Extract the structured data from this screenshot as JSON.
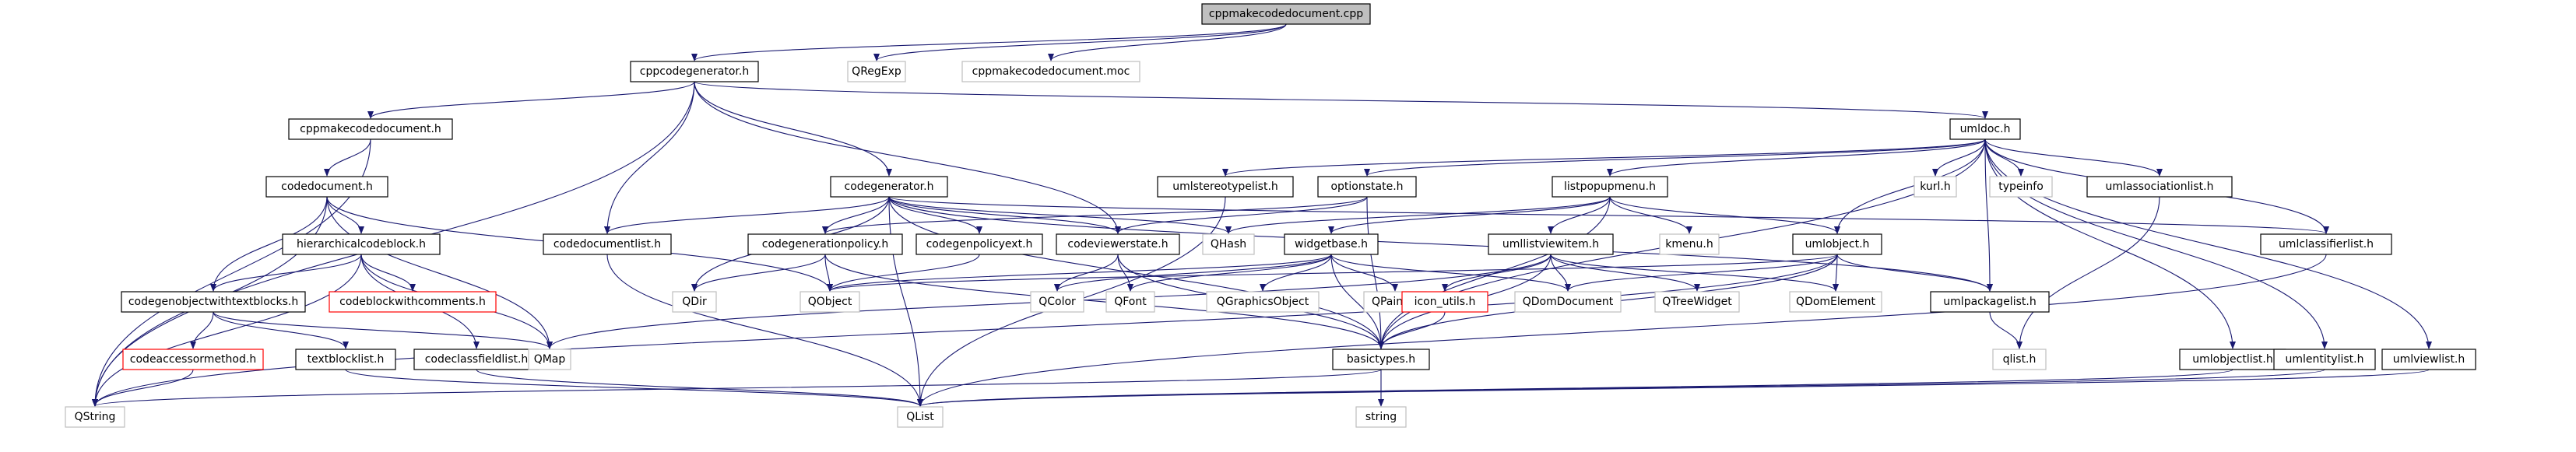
{
  "colors": {
    "edge": "#191970",
    "node_border": "#000000",
    "node_border_missing": "#bfbfbf",
    "node_border_undocumented": "#ff0000",
    "root_fill": "#bfbfbf",
    "node_fill": "#ffffff",
    "text": "#000000"
  },
  "graph": {
    "nodes": [
      {
        "id": "cppmakecodedocument_cpp",
        "label": "cppmakecodedocument.cpp",
        "kind": "root"
      },
      {
        "id": "cppcodegenerator_h",
        "label": "cppcodegenerator.h",
        "kind": "normal"
      },
      {
        "id": "qregexp",
        "label": "QRegExp",
        "kind": "missing"
      },
      {
        "id": "cppmakecodedocument_moc",
        "label": "cppmakecodedocument.moc",
        "kind": "missing"
      },
      {
        "id": "cppmakecodedocument_h",
        "label": "cppmakecodedocument.h",
        "kind": "normal"
      },
      {
        "id": "umldoc_h",
        "label": "umldoc.h",
        "kind": "normal"
      },
      {
        "id": "codedocument_h",
        "label": "codedocument.h",
        "kind": "normal"
      },
      {
        "id": "codegenerator_h",
        "label": "codegenerator.h",
        "kind": "normal"
      },
      {
        "id": "umlstereotypelist_h",
        "label": "umlstereotypelist.h",
        "kind": "normal"
      },
      {
        "id": "optionstate_h",
        "label": "optionstate.h",
        "kind": "normal"
      },
      {
        "id": "listpopupmenu_h",
        "label": "listpopupmenu.h",
        "kind": "normal"
      },
      {
        "id": "kurl_h",
        "label": "kurl.h",
        "kind": "missing"
      },
      {
        "id": "typeinfo",
        "label": "typeinfo",
        "kind": "missing"
      },
      {
        "id": "umlassociationlist_h",
        "label": "umlassociationlist.h",
        "kind": "normal"
      },
      {
        "id": "hierarchicalcodeblock_h",
        "label": "hierarchicalcodeblock.h",
        "kind": "normal"
      },
      {
        "id": "codedocumentlist_h",
        "label": "codedocumentlist.h",
        "kind": "normal"
      },
      {
        "id": "codegenerationpolicy_h",
        "label": "codegenerationpolicy.h",
        "kind": "normal"
      },
      {
        "id": "codegenpolicyext_h",
        "label": "codegenpolicyext.h",
        "kind": "normal"
      },
      {
        "id": "codeviewerstate_h",
        "label": "codeviewerstate.h",
        "kind": "normal"
      },
      {
        "id": "qhash",
        "label": "QHash",
        "kind": "missing"
      },
      {
        "id": "widgetbase_h",
        "label": "widgetbase.h",
        "kind": "normal"
      },
      {
        "id": "umllistviewitem_h",
        "label": "umllistviewitem.h",
        "kind": "normal"
      },
      {
        "id": "kmenu_h",
        "label": "kmenu.h",
        "kind": "missing"
      },
      {
        "id": "umlobject_h",
        "label": "umlobject.h",
        "kind": "normal"
      },
      {
        "id": "umlclassifierlist_h",
        "label": "umlclassifierlist.h",
        "kind": "normal"
      },
      {
        "id": "codegenobjectwithtextblocks_h",
        "label": "codegenobjectwithtextblocks.h",
        "kind": "normal"
      },
      {
        "id": "codeblockwithcomments_h",
        "label": "codeblockwithcomments.h",
        "kind": "undocumented"
      },
      {
        "id": "qdir",
        "label": "QDir",
        "kind": "missing"
      },
      {
        "id": "qobject",
        "label": "QObject",
        "kind": "missing"
      },
      {
        "id": "qcolor",
        "label": "QColor",
        "kind": "missing"
      },
      {
        "id": "qfont",
        "label": "QFont",
        "kind": "missing"
      },
      {
        "id": "qgraphicsobject",
        "label": "QGraphicsObject",
        "kind": "missing"
      },
      {
        "id": "qpainter",
        "label": "QPainter",
        "kind": "missing"
      },
      {
        "id": "icon_utils_h",
        "label": "icon_utils.h",
        "kind": "undocumented"
      },
      {
        "id": "qdomdocument",
        "label": "QDomDocument",
        "kind": "missing"
      },
      {
        "id": "qtreewidget",
        "label": "QTreeWidget",
        "kind": "missing"
      },
      {
        "id": "qdomelement",
        "label": "QDomElement",
        "kind": "missing"
      },
      {
        "id": "umlpackagelist_h",
        "label": "umlpackagelist.h",
        "kind": "normal"
      },
      {
        "id": "codeaccessormethod_h",
        "label": "codeaccessormethod.h",
        "kind": "undocumented"
      },
      {
        "id": "textblocklist_h",
        "label": "textblocklist.h",
        "kind": "normal"
      },
      {
        "id": "codeclassfieldlist_h",
        "label": "codeclassfieldlist.h",
        "kind": "normal"
      },
      {
        "id": "qmap",
        "label": "QMap",
        "kind": "missing"
      },
      {
        "id": "basictypes_h",
        "label": "basictypes.h",
        "kind": "normal"
      },
      {
        "id": "qlist_h",
        "label": "qlist.h",
        "kind": "missing"
      },
      {
        "id": "umlobjectlist_h",
        "label": "umlobjectlist.h",
        "kind": "normal"
      },
      {
        "id": "umlentitylist_h",
        "label": "umlentitylist.h",
        "kind": "normal"
      },
      {
        "id": "umlviewlist_h",
        "label": "umlviewlist.h",
        "kind": "normal"
      },
      {
        "id": "qstring",
        "label": "QString",
        "kind": "missing"
      },
      {
        "id": "qlist",
        "label": "QList",
        "kind": "missing"
      },
      {
        "id": "string",
        "label": "string",
        "kind": "missing"
      }
    ],
    "edges": [
      [
        "cppmakecodedocument_cpp",
        "cppcodegenerator_h"
      ],
      [
        "cppmakecodedocument_cpp",
        "qregexp"
      ],
      [
        "cppmakecodedocument_cpp",
        "cppmakecodedocument_moc"
      ],
      [
        "cppcodegenerator_h",
        "cppmakecodedocument_h"
      ],
      [
        "cppcodegenerator_h",
        "umldoc_h"
      ],
      [
        "cppcodegenerator_h",
        "codegenerator_h"
      ],
      [
        "cppcodegenerator_h",
        "codedocumentlist_h"
      ],
      [
        "cppcodegenerator_h",
        "codeviewerstate_h"
      ],
      [
        "cppcodegenerator_h",
        "qstring"
      ],
      [
        "cppmakecodedocument_h",
        "codedocument_h"
      ],
      [
        "cppmakecodedocument_h",
        "qstring"
      ],
      [
        "codedocument_h",
        "hierarchicalcodeblock_h"
      ],
      [
        "codedocument_h",
        "codegenobjectwithtextblocks_h"
      ],
      [
        "codedocument_h",
        "qobject"
      ],
      [
        "codedocument_h",
        "qmap"
      ],
      [
        "codedocument_h",
        "qstring"
      ],
      [
        "hierarchicalcodeblock_h",
        "codegenobjectwithtextblocks_h"
      ],
      [
        "hierarchicalcodeblock_h",
        "codeblockwithcomments_h"
      ],
      [
        "hierarchicalcodeblock_h",
        "codeclassfieldlist_h"
      ],
      [
        "hierarchicalcodeblock_h",
        "qmap"
      ],
      [
        "hierarchicalcodeblock_h",
        "qstring"
      ],
      [
        "codegenobjectwithtextblocks_h",
        "codeaccessormethod_h"
      ],
      [
        "codegenobjectwithtextblocks_h",
        "textblocklist_h"
      ],
      [
        "codegenobjectwithtextblocks_h",
        "qmap"
      ],
      [
        "codeaccessormethod_h",
        "qstring"
      ],
      [
        "textblocklist_h",
        "qlist"
      ],
      [
        "codeclassfieldlist_h",
        "qlist"
      ],
      [
        "codegenerator_h",
        "codedocumentlist_h"
      ],
      [
        "codegenerator_h",
        "codegenerationpolicy_h"
      ],
      [
        "codegenerator_h",
        "codegenpolicyext_h"
      ],
      [
        "codegenerator_h",
        "codeviewerstate_h"
      ],
      [
        "codegenerator_h",
        "qhash"
      ],
      [
        "codegenerator_h",
        "qdir"
      ],
      [
        "codegenerator_h",
        "basictypes_h"
      ],
      [
        "codegenerator_h",
        "umlpackagelist_h"
      ],
      [
        "codegenerator_h",
        "umlclassifierlist_h"
      ],
      [
        "codegenerator_h",
        "qlist"
      ],
      [
        "codedocumentlist_h",
        "qlist"
      ],
      [
        "codegenerationpolicy_h",
        "basictypes_h"
      ],
      [
        "codegenerationpolicy_h",
        "qobject"
      ],
      [
        "codegenerationpolicy_h",
        "qdir"
      ],
      [
        "codegenpolicyext_h",
        "qobject"
      ],
      [
        "codeviewerstate_h",
        "basictypes_h"
      ],
      [
        "codeviewerstate_h",
        "qcolor"
      ],
      [
        "codeviewerstate_h",
        "qfont"
      ],
      [
        "umldoc_h",
        "umlstereotypelist_h"
      ],
      [
        "umldoc_h",
        "optionstate_h"
      ],
      [
        "umldoc_h",
        "listpopupmenu_h"
      ],
      [
        "umldoc_h",
        "kurl_h"
      ],
      [
        "umldoc_h",
        "typeinfo"
      ],
      [
        "umldoc_h",
        "umlassociationlist_h"
      ],
      [
        "umldoc_h",
        "umlclassifierlist_h"
      ],
      [
        "umldoc_h",
        "umlobject_h"
      ],
      [
        "umldoc_h",
        "umlpackagelist_h"
      ],
      [
        "umldoc_h",
        "umlobjectlist_h"
      ],
      [
        "umldoc_h",
        "umlentitylist_h"
      ],
      [
        "umldoc_h",
        "umlviewlist_h"
      ],
      [
        "umldoc_h",
        "basictypes_h"
      ],
      [
        "umlstereotypelist_h",
        "qlist"
      ],
      [
        "optionstate_h",
        "codegenerationpolicy_h"
      ],
      [
        "optionstate_h",
        "codeviewerstate_h"
      ],
      [
        "optionstate_h",
        "basictypes_h"
      ],
      [
        "listpopupmenu_h",
        "widgetbase_h"
      ],
      [
        "listpopupmenu_h",
        "umllistviewitem_h"
      ],
      [
        "listpopupmenu_h",
        "kmenu_h"
      ],
      [
        "listpopupmenu_h",
        "umlobject_h"
      ],
      [
        "listpopupmenu_h",
        "qhash"
      ],
      [
        "listpopupmenu_h",
        "basictypes_h"
      ],
      [
        "widgetbase_h",
        "basictypes_h"
      ],
      [
        "widgetbase_h",
        "qcolor"
      ],
      [
        "widgetbase_h",
        "qfont"
      ],
      [
        "widgetbase_h",
        "qgraphicsobject"
      ],
      [
        "widgetbase_h",
        "qpainter"
      ],
      [
        "widgetbase_h",
        "qdomdocument"
      ],
      [
        "widgetbase_h",
        "qobject"
      ],
      [
        "umllistviewitem_h",
        "icon_utils_h"
      ],
      [
        "umllistviewitem_h",
        "qdomdocument"
      ],
      [
        "umllistviewitem_h",
        "qtreewidget"
      ],
      [
        "umllistviewitem_h",
        "qdomelement"
      ],
      [
        "umllistviewitem_h",
        "basictypes_h"
      ],
      [
        "umllistviewitem_h",
        "qmap"
      ],
      [
        "icon_utils_h",
        "basictypes_h"
      ],
      [
        "umlobject_h",
        "basictypes_h"
      ],
      [
        "umlobject_h",
        "qdomdocument"
      ],
      [
        "umlobject_h",
        "qdomelement"
      ],
      [
        "umlobject_h",
        "umlpackagelist_h"
      ],
      [
        "umlobject_h",
        "qobject"
      ],
      [
        "umlobject_h",
        "qstring"
      ],
      [
        "umlpackagelist_h",
        "qlist_h"
      ],
      [
        "umlassociationlist_h",
        "qlist_h"
      ],
      [
        "umlclassifierlist_h",
        "qlist"
      ],
      [
        "umlobjectlist_h",
        "qlist"
      ],
      [
        "umlentitylist_h",
        "qlist"
      ],
      [
        "umlviewlist_h",
        "qlist"
      ],
      [
        "basictypes_h",
        "string"
      ],
      [
        "basictypes_h",
        "qstring"
      ]
    ]
  }
}
